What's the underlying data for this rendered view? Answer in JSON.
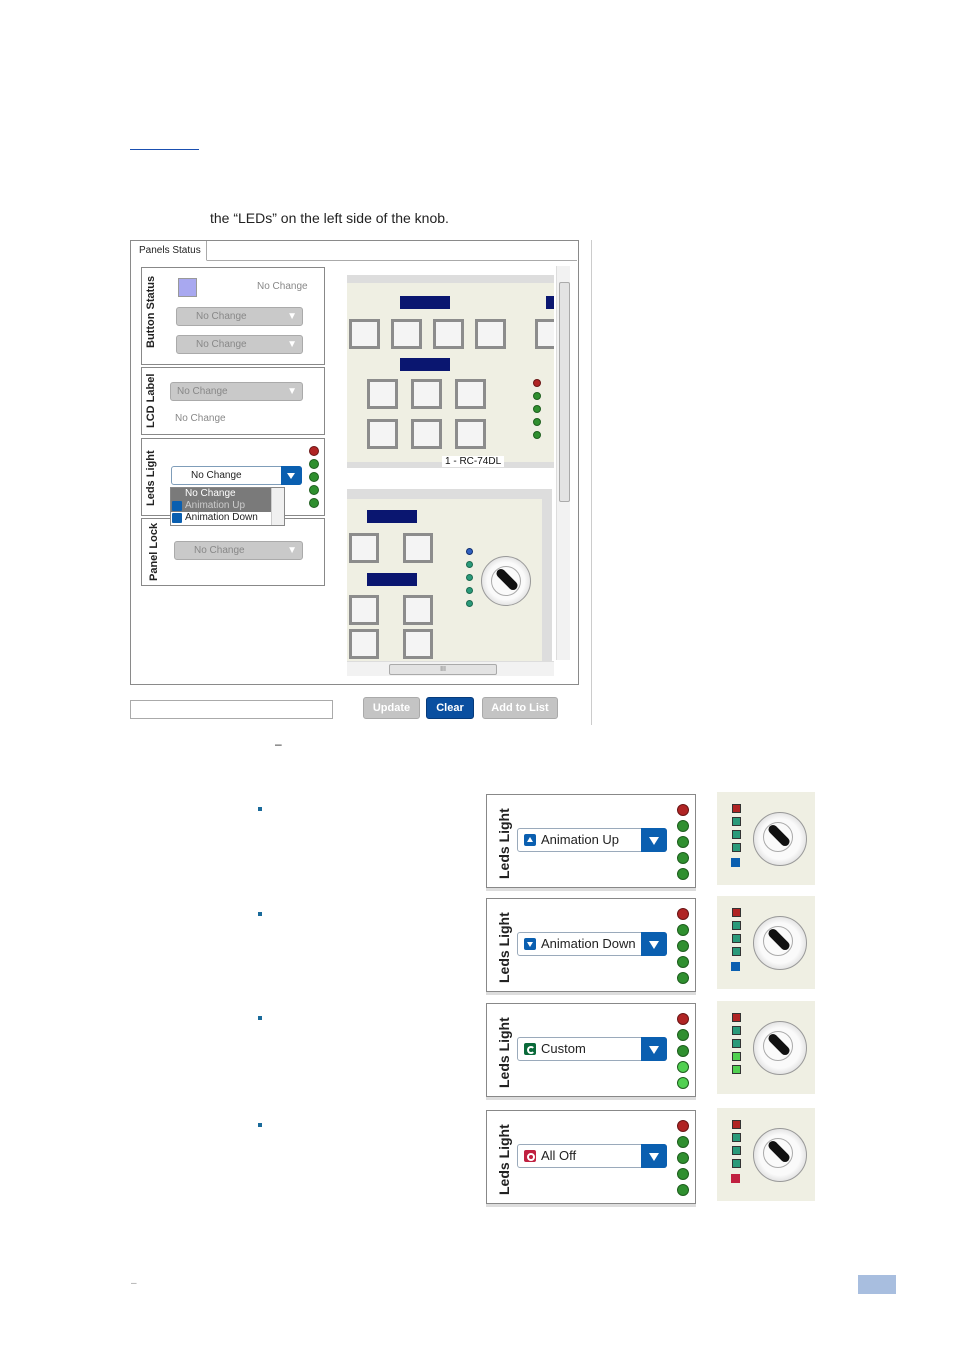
{
  "intro_text": "the “LEDs” on the left side of the knob.",
  "panel": {
    "tab_label": "Panels Status",
    "button_status": {
      "label": "Button Status",
      "value_text": "No Change",
      "dropdown1": "No Change",
      "dropdown2": "No Change",
      "swatch_color": "#a8a8f0"
    },
    "lcd_label": {
      "label": "LCD Label",
      "dropdown": "No Change",
      "value_text": "No Change"
    },
    "leds_light": {
      "label": "Leds Light",
      "dropdown": "No Change",
      "menu_items": [
        "No Change",
        "Animation Up",
        "Animation Down"
      ]
    },
    "panel_lock": {
      "label": "Panel Lock",
      "dropdown": "No Change"
    },
    "device_label": "1 - RC-74DL",
    "scroll_h_label": "III"
  },
  "buttons": {
    "update": "Update",
    "clear": "Clear",
    "add_to_list": "Add to List"
  },
  "dash": "–",
  "options": [
    {
      "group_label": "Leds Light",
      "value": "Animation Up",
      "icon": "arrow-up-icon"
    },
    {
      "group_label": "Leds Light",
      "value": "Animation Down",
      "icon": "arrow-down-icon"
    },
    {
      "group_label": "Leds Light",
      "value": "Custom",
      "icon": "custom-icon"
    },
    {
      "group_label": "Leds Light",
      "value": "All Off",
      "icon": "power-icon"
    }
  ],
  "footer_dash": "–",
  "colors": {
    "accent_blue": "#0a5fb0",
    "label_blue": "#0a1670",
    "device_bg": "#efefe3",
    "page_box": "#a8bedf"
  }
}
